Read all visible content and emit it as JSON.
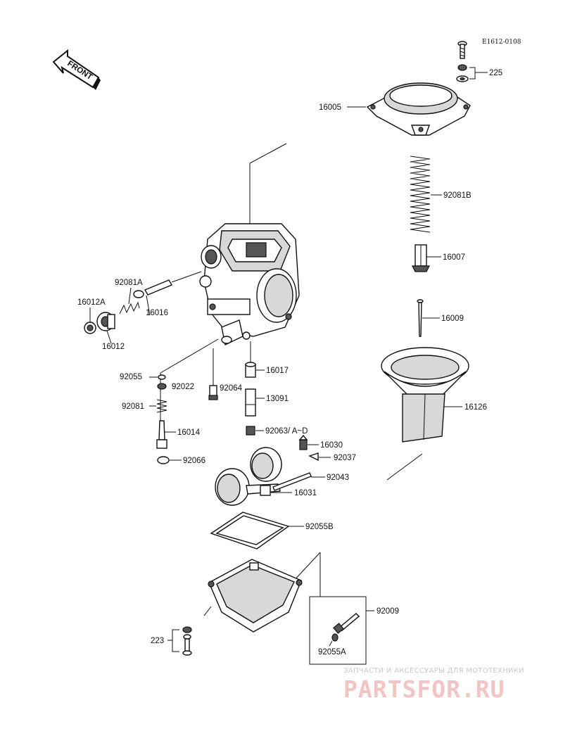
{
  "diagram": {
    "code": "E1612-0108",
    "front_label": "FRONT",
    "parts": {
      "p225": "225",
      "p16005": "16005",
      "p92081B": "92081B",
      "p16007": "16007",
      "p16009": "16009",
      "p16126": "16126",
      "p92081A": "92081A",
      "p16012A": "16012A",
      "p16016": "16016",
      "p16012": "16012",
      "p92055": "92055",
      "p92022": "92022",
      "p92064": "92064",
      "p16017": "16017",
      "p13091": "13091",
      "p92081": "92081",
      "p16014": "16014",
      "p92063": "92063/ A~D",
      "p16030": "16030",
      "p92037": "92037",
      "p92066": "92066",
      "p92043": "92043",
      "p16031": "16031",
      "p92055B": "92055B",
      "p92009": "92009",
      "p223": "223",
      "p92055A": "92055A"
    }
  },
  "watermark": {
    "caption": "ЗАПЧАСТИ И АКСЕССУАРЫ ДЛЯ МОТОТЕХНИКИ",
    "logo": "PARTSFOR.RU"
  },
  "colors": {
    "ink": "#111111",
    "watermark_caption": "#c9c9c9",
    "watermark_logo": "#f3c4c4"
  }
}
